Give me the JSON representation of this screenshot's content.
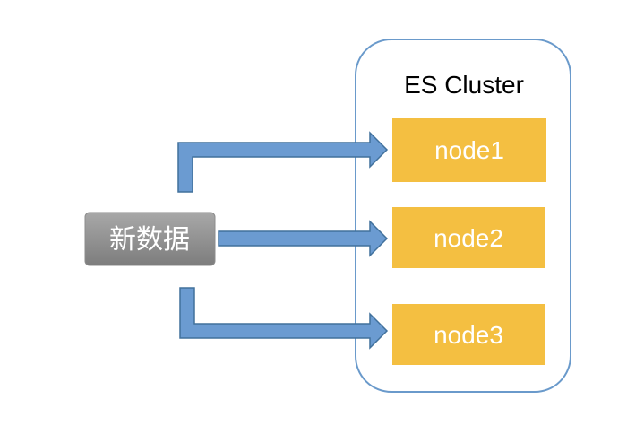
{
  "cluster": {
    "title": "ES Cluster"
  },
  "source": {
    "label": "新数据"
  },
  "nodes": [
    {
      "label": "node1"
    },
    {
      "label": "node2"
    },
    {
      "label": "node3"
    }
  ],
  "colors": {
    "cluster_border": "#6a9acb",
    "node_fill": "#f4bf41",
    "arrow_fill": "#6b9bd1",
    "arrow_stroke": "#41719c",
    "source_fill_top": "#a6a6a6",
    "source_fill_bottom": "#7f7f7f"
  }
}
